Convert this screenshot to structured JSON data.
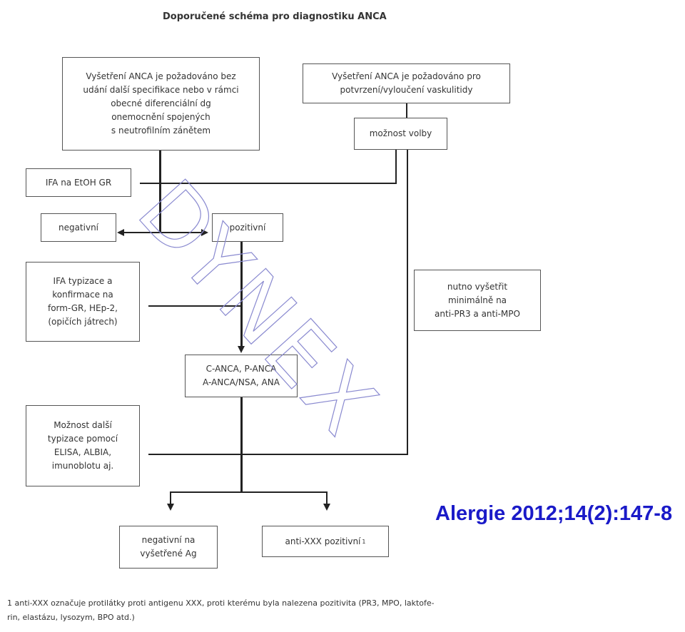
{
  "title": "Doporučené schéma pro diagnostiku ANCA",
  "boxes": {
    "request_general": [
      "Vyšetření ANCA je požadováno bez",
      "udání další specifikace nebo v rámci",
      "obecné diferenciální dg",
      "onemocnění spojených",
      "s neutrofilním zánětem"
    ],
    "request_vasculitis": [
      "Vyšetření ANCA je požadováno pro",
      "potvrzení/vyloučení vaskulitidy"
    ],
    "option": "možnost volby",
    "ifa_etoh": "IFA na EtOH GR",
    "negative": "negativní",
    "positive": "pozitivní",
    "ifa_typing": [
      "IFA typizace a",
      "konfirmace na",
      "form-GR, HEp-2,",
      "(opičích játrech)"
    ],
    "must_test": [
      "nutno vyšetřit",
      "minimálně na",
      "anti-PR3 a anti-MPO"
    ],
    "results": [
      "C-ANCA, P-ANCA",
      "A-ANCA/NSA, ANA"
    ],
    "further_typing": [
      "Možnost další",
      "typizace pomocí",
      "ELISA, ALBIA,",
      "imunoblotu aj."
    ],
    "negative_ag": [
      "negativní na",
      "vyšetřené Ag"
    ],
    "anti_xxx": "anti-XXX pozitivní",
    "anti_xxx_sup": "1"
  },
  "watermark": "DYNEX",
  "citation": "Alergie 2012;14(2):147-8",
  "footnote": [
    "1 anti-XXX označuje protilátky proti antigenu XXX, proti kterému byla nalezena pozitivita (PR3, MPO, laktofe-",
    "rin, elastázu, lysozym, BPO atd.)"
  ],
  "colors": {
    "citation": "#1a1ac8",
    "watermark": "#8a8ad0",
    "line": "#222222"
  }
}
